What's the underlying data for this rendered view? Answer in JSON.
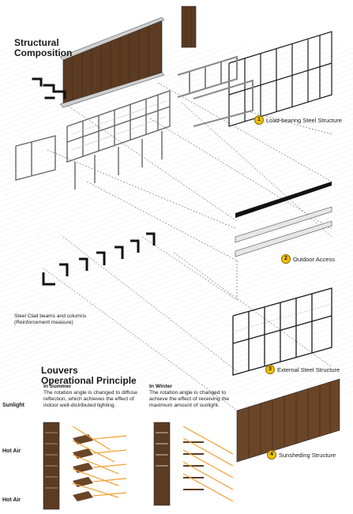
{
  "titles": {
    "structural": [
      "Structural",
      "Composition"
    ],
    "louvers": [
      "Louvers",
      "Operational Principle"
    ]
  },
  "components": [
    {
      "num": "1",
      "label": "Load-bearing Steel Structure"
    },
    {
      "num": "2",
      "label": "Outdoor Access"
    },
    {
      "num": "3",
      "label": "External Steel Structure"
    },
    {
      "num": "4",
      "label": "Sunsheding Structure"
    }
  ],
  "reinforcement": [
    "Steel Clad beams and columns",
    "(Reinforcement measure)"
  ],
  "summer": {
    "heading": "In Summer",
    "text": "The rotation angle is changed to diffuse reflection, which achieves the effect of indoor well-distributed lighting."
  },
  "winter": {
    "heading": "In Winter",
    "text": "The rotation angle is changed to  achieve the effect of receiving the maximum amount of sunlight."
  },
  "side_labels": [
    "Sunlight",
    "Hot Air",
    "Hot Air"
  ],
  "colors": {
    "accent": "#f2c200",
    "arrow": "#f0a030",
    "wood": "#5b3b22",
    "steel": "#222222"
  }
}
